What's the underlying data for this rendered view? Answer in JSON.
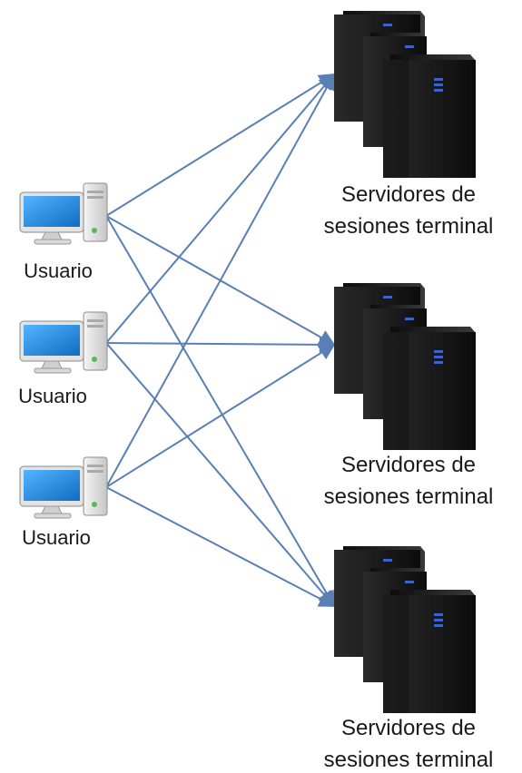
{
  "users": [
    {
      "id": "u1",
      "label": "Usuario"
    },
    {
      "id": "u2",
      "label": "Usuario"
    },
    {
      "id": "u3",
      "label": "Usuario"
    }
  ],
  "server_groups": [
    {
      "id": "s1",
      "label_line1": "Servidores de",
      "label_line2": "sesiones terminal"
    },
    {
      "id": "s2",
      "label_line1": "Servidores de",
      "label_line2": "sesiones terminal"
    },
    {
      "id": "s3",
      "label_line1": "Servidores de",
      "label_line2": "sesiones terminal"
    }
  ],
  "connections": [
    {
      "from": "u1",
      "to": "s1"
    },
    {
      "from": "u1",
      "to": "s2"
    },
    {
      "from": "u1",
      "to": "s3"
    },
    {
      "from": "u2",
      "to": "s1"
    },
    {
      "from": "u2",
      "to": "s2"
    },
    {
      "from": "u2",
      "to": "s3"
    },
    {
      "from": "u3",
      "to": "s1"
    },
    {
      "from": "u3",
      "to": "s2"
    },
    {
      "from": "u3",
      "to": "s3"
    }
  ],
  "colors": {
    "connector": "#5a7fb5",
    "monitor_screen": "#1e8fe0",
    "tower_body": "#1c1c1c"
  }
}
